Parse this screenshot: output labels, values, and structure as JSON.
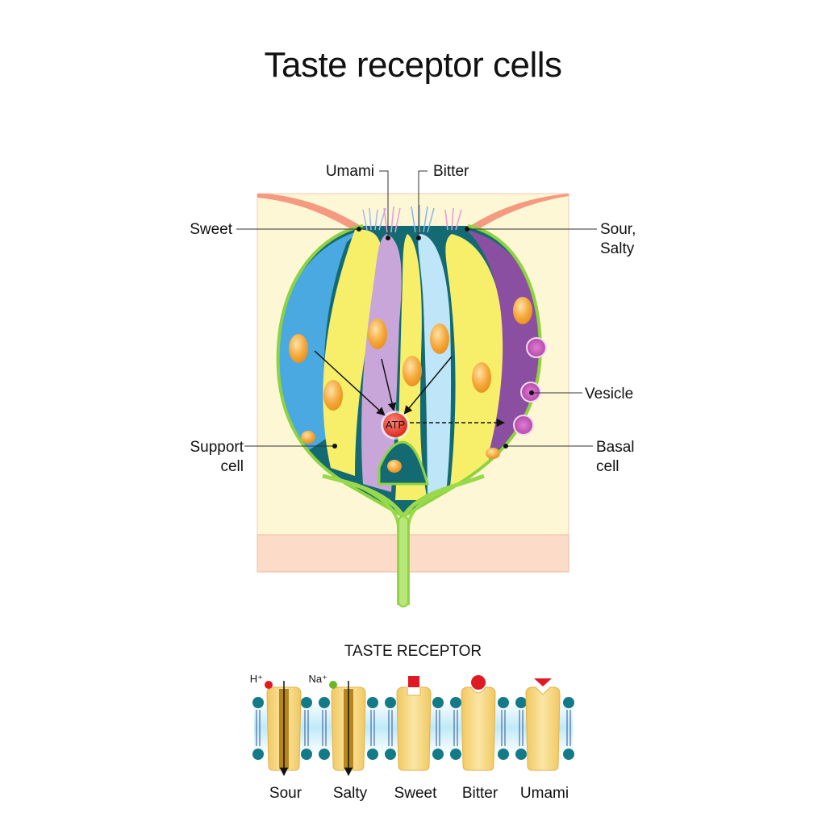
{
  "title": "Taste receptor cells",
  "labels": {
    "umami": "Umami",
    "bitter": "Bitter",
    "sweet": "Sweet",
    "sour_salty_1": "Sour,",
    "sour_salty_2": "Salty",
    "vesicle": "Vesicle",
    "support_1": "Support",
    "support_2": "cell",
    "basal_1": "Basal",
    "basal_2": "cell",
    "atp": "ATP"
  },
  "receptor_section": {
    "title": "TASTE RECEPTOR",
    "ions": {
      "h": "H⁺",
      "na": "Na⁺"
    },
    "receptors": [
      "Sour",
      "Salty",
      "Sweet",
      "Bitter",
      "Umami"
    ]
  },
  "colors": {
    "tissue": "#fdf7d6",
    "tissue_lower": "#fcdcc8",
    "surface": "#f59a80",
    "blue_cell": "#49a9e0",
    "light_blue_cell": "#bfe6f8",
    "yellow_cell": "#f7ef6a",
    "lilac_cell": "#c9a6d9",
    "purple_cell": "#8a4fa0",
    "basal": "#136a73",
    "nerve": "#9ad94b",
    "nucleus": "#f5a83a",
    "atp": "#e8392f",
    "membrane_head": "#137a87",
    "membrane_band": "#c8eef8",
    "channel": "#f5d57a",
    "ligand": "#e01a22",
    "na_ion": "#6ab82a"
  }
}
